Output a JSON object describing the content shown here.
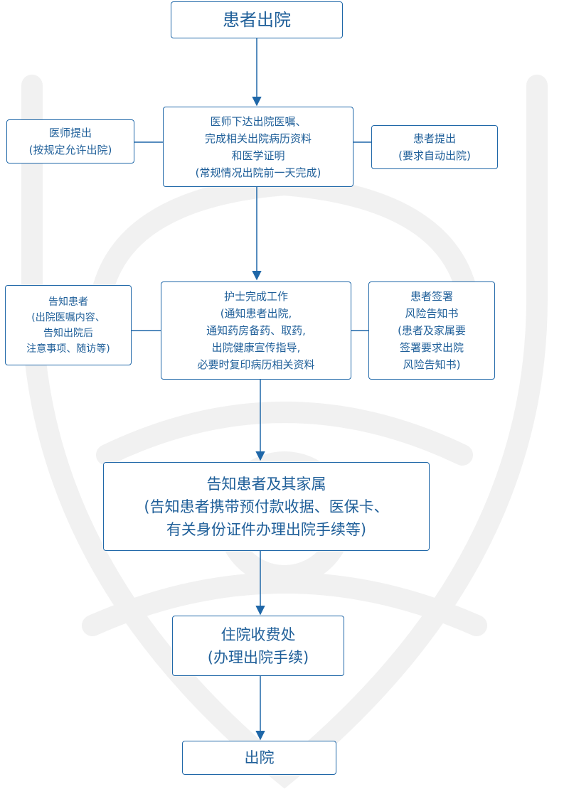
{
  "colors": {
    "line": "#1f67a8",
    "text": "#1f5f99",
    "watermark": "#f1f1f1"
  },
  "watermark_icon": "face-mascot-watermark",
  "nodes": {
    "patient_discharge": {
      "lines": [
        "患者出院"
      ]
    },
    "doctor_orders": {
      "lines": [
        "医师下达出院医嘱、",
        "完成相关出院病历资料",
        "和医学证明",
        "(常规情况出院前一天完成)"
      ]
    },
    "doctor_proposes": {
      "lines": [
        "医师提出",
        "(按规定允许出院)"
      ]
    },
    "patient_proposes": {
      "lines": [
        "患者提出",
        "(要求自动出院)"
      ]
    },
    "nurse_work": {
      "lines": [
        "护士完成工作",
        "(通知患者出院,",
        "通知药房备药、取药,",
        "出院健康宣传指导,",
        "必要时复印病历相关资料"
      ]
    },
    "inform_patient": {
      "lines": [
        "告知患者",
        "(出院医嘱内容、",
        "告知出院后",
        "注意事项、随访等)"
      ]
    },
    "patient_signs": {
      "lines": [
        "患者签署",
        "风险告知书",
        "(患者及家属要",
        "签署要求出院",
        "风险告知书)"
      ]
    },
    "inform_family": {
      "lines": [
        "告知患者及其家属",
        "(告知患者携带预付款收据、医保卡、",
        "有关身份证件办理出院手续等)"
      ]
    },
    "cashier": {
      "lines": [
        "住院收费处",
        "(办理出院手续)"
      ]
    },
    "discharged": {
      "lines": [
        "出院"
      ]
    }
  }
}
